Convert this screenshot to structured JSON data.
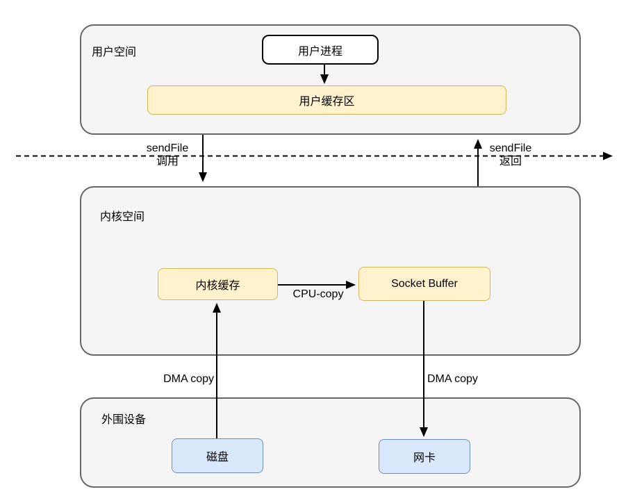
{
  "diagram": {
    "containers": [
      {
        "id": "user-space",
        "label": "用户空间"
      },
      {
        "id": "kernel-space",
        "label": "内核空间"
      },
      {
        "id": "peripheral",
        "label": "外围设备"
      }
    ],
    "nodes": [
      {
        "id": "user-process",
        "label": "用户进程",
        "type": "process"
      },
      {
        "id": "user-buffer",
        "label": "用户缓存区",
        "type": "buffer"
      },
      {
        "id": "kernel-buffer",
        "label": "内核缓存",
        "type": "buffer"
      },
      {
        "id": "socket-buffer",
        "label": "Socket Buffer",
        "type": "buffer"
      },
      {
        "id": "disk",
        "label": "磁盘",
        "type": "device"
      },
      {
        "id": "nic",
        "label": "网卡",
        "type": "device"
      }
    ],
    "edges": [
      {
        "from": "user-process",
        "to": "user-buffer",
        "label": ""
      },
      {
        "from": "user-space",
        "to": "kernel-space",
        "label_line1": "sendFile",
        "label_line2": "调用"
      },
      {
        "from": "kernel-space",
        "to": "user-space",
        "label_line1": "sendFile",
        "label_line2": "返回"
      },
      {
        "from": "kernel-buffer",
        "to": "socket-buffer",
        "label": "CPU-copy"
      },
      {
        "from": "disk",
        "to": "kernel-buffer",
        "label": "DMA copy"
      },
      {
        "from": "socket-buffer",
        "to": "nic",
        "label": "DMA copy"
      },
      {
        "from": "space-boundary-dashed-line",
        "to": "",
        "label": ""
      }
    ],
    "colors": {
      "container_fill": "#f5f5f5",
      "container_border": "#666666",
      "buffer_fill": "#fff2cc",
      "buffer_border": "#d6b656",
      "device_fill": "#dae8fc",
      "device_border": "#6c8ebf",
      "process_fill": "#ffffff",
      "process_border": "#000000",
      "line_color": "#000000"
    }
  }
}
